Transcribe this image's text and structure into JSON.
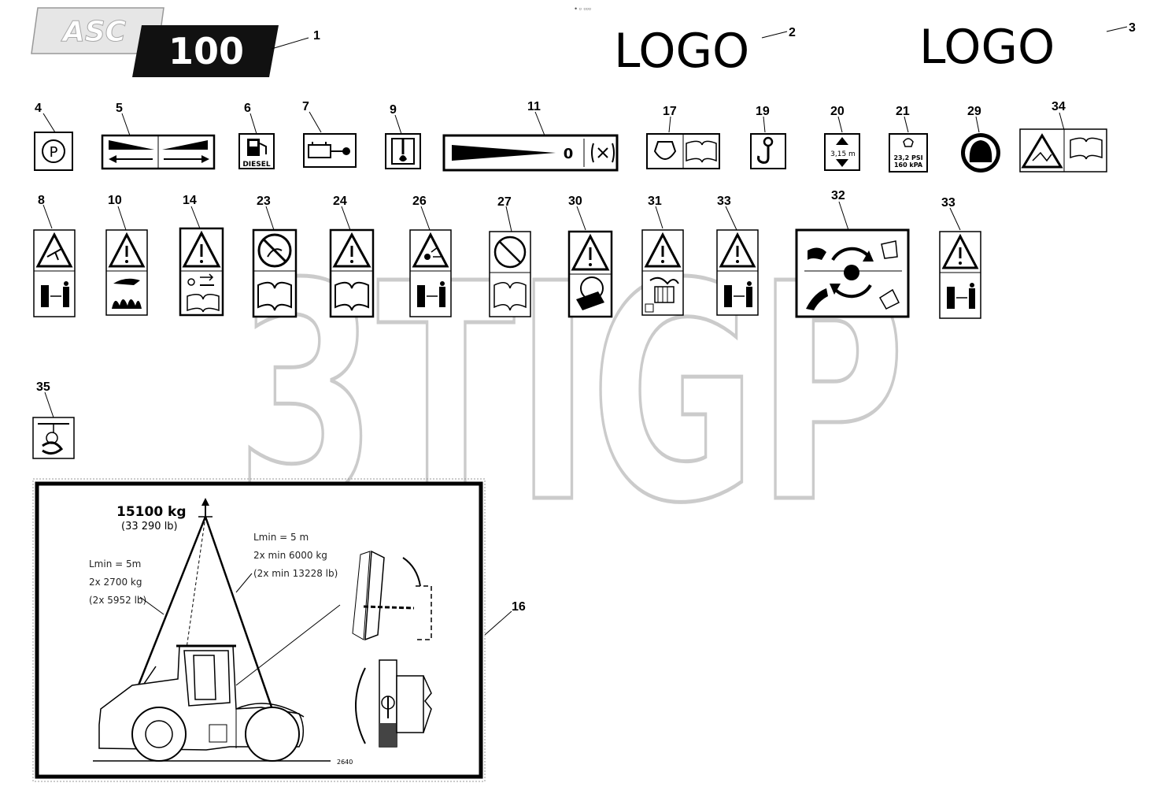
{
  "header": {
    "badge_text": "ASC",
    "model_text": "100"
  },
  "logos": [
    "LOGO",
    "LOGO"
  ],
  "callouts": {
    "n1": "1",
    "n2": "2",
    "n3": "3",
    "n4": "4",
    "n5": "5",
    "n6": "6",
    "n7": "7",
    "n9": "9",
    "n11": "11",
    "n17": "17",
    "n19": "19",
    "n20": "20",
    "n21": "21",
    "n29": "29",
    "n34": "34",
    "n8": "8",
    "n10": "10",
    "n14": "14",
    "n23": "23",
    "n24": "24",
    "n26": "26",
    "n27": "27",
    "n30": "30",
    "n31": "31",
    "n33a": "33",
    "n32": "32",
    "n33b": "33",
    "n35": "35",
    "n16": "16"
  },
  "decals": {
    "diesel": "DIESEL",
    "speed_zero": "0",
    "height": "3,15 m",
    "tire_psi": "23,2 PSI",
    "tire_kpa": "160 kPA",
    "parking": "P"
  },
  "lifting": {
    "total_kg": "15100 kg",
    "total_lb": "(33 290 lb)",
    "left_lmin": "Lmin = 5m",
    "left_kg": "2x 2700 kg",
    "left_lb": "(2x 5952 lb)",
    "right_lmin": "Lmin = 5 m",
    "right_kg": "2x min 6000 kg",
    "right_lb": "(2x min 13228 lb)",
    "code": "2640"
  },
  "watermark": "3TIGP"
}
